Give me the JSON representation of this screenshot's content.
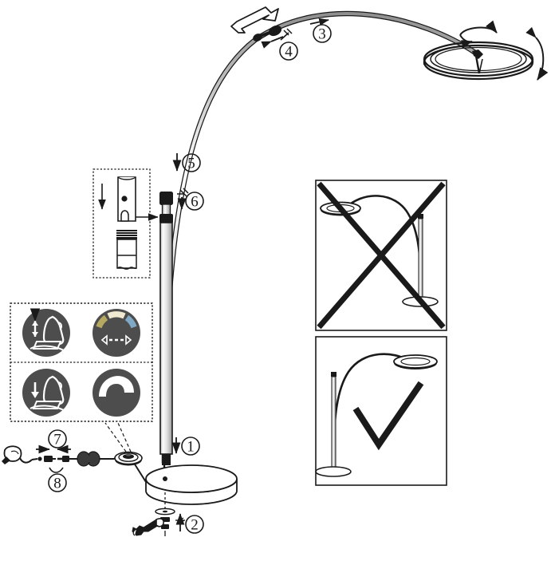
{
  "diagram": {
    "title": "Arc Floor Lamp Assembly Instructions",
    "product": "arc floor lamp with ring shade and foot dimmer",
    "line_color": "#1a1a1a",
    "background": "#ffffff"
  },
  "steps": [
    {
      "number": "1",
      "name": "insert-pole-into-base",
      "label": "1"
    },
    {
      "number": "2",
      "name": "fasten-nut-under-base",
      "label": "2"
    },
    {
      "number": "3",
      "name": "slide-arc-section",
      "label": "3"
    },
    {
      "number": "4",
      "name": "tighten-arc-screw",
      "label": "4"
    },
    {
      "number": "5",
      "name": "lower-arc-into-pole",
      "label": "5"
    },
    {
      "number": "6",
      "name": "tighten-coupling-screw",
      "label": "6"
    },
    {
      "number": "7",
      "name": "connect-plug-halves",
      "label": "7"
    },
    {
      "number": "8",
      "name": "disconnect-plug-halves",
      "label": "8"
    }
  ],
  "dimmer_panel": {
    "name": "foot-dimmer-function-panel",
    "icons": [
      {
        "name": "foot-press-up-down-icon",
        "meaning": "press foot up and down",
        "circle_color": "#4d4d4d"
      },
      {
        "name": "color-temperature-gauge-icon",
        "meaning": "adjust colour temperature",
        "circle_color": "#4d4d4d",
        "arc_colors": [
          "#b5a860",
          "#efe9d2",
          "#7fa9c4"
        ]
      },
      {
        "name": "foot-press-down-icon",
        "meaning": "press foot down",
        "circle_color": "#4d4d4d"
      },
      {
        "name": "brightness-arc-icon",
        "meaning": "adjust brightness",
        "circle_color": "#4d4d4d",
        "arc_colors": [
          "#ffffff"
        ]
      }
    ]
  },
  "sleeve_inset": {
    "name": "coupling-sleeve-detail-inset",
    "description": "sleeve slides down over threaded tube end"
  },
  "usage_panels": [
    {
      "name": "incorrect-usage-panel",
      "marker": "cross",
      "meaning": "do not over-extend the arc"
    },
    {
      "name": "correct-usage-panel",
      "marker": "check",
      "meaning": "correct arc position"
    }
  ],
  "parts": {
    "shade": "ring-shade",
    "pole": "vertical-pole",
    "base": "round-base",
    "foot_dimmer": "foot-dimmer-puck",
    "plug": "power-plug",
    "wrench": "wrench-tool"
  }
}
